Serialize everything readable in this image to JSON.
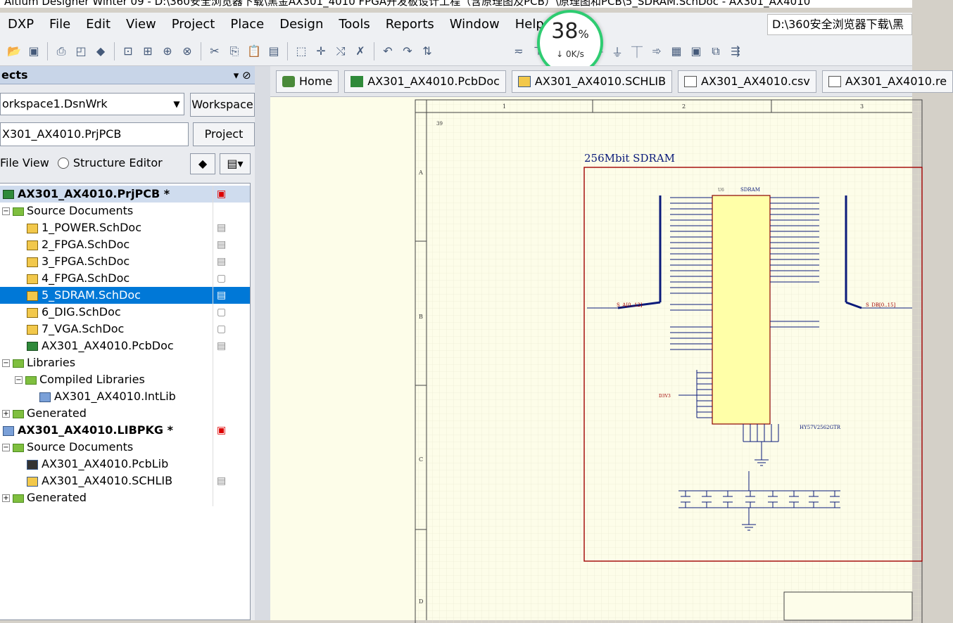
{
  "window": {
    "title": "Altium Designer Winter 09 - D:\\360安全浏览器下载\\黑金AX301_4010 FPGA开发板设计工程（含原理图及PCB）\\原理图和PCB\\5_SDRAM.SchDoc - AX301_AX4010"
  },
  "menu": [
    {
      "label": "DXP"
    },
    {
      "label": "File"
    },
    {
      "label": "Edit"
    },
    {
      "label": "View"
    },
    {
      "label": "Project"
    },
    {
      "label": "Place"
    },
    {
      "label": "Design"
    },
    {
      "label": "Tools"
    },
    {
      "label": "Reports"
    },
    {
      "label": "Window"
    },
    {
      "label": "Help"
    }
  ],
  "path_box": "D:\\360安全浏览器下载\\黑",
  "speed_widget": {
    "percent": "38",
    "percent_unit": "%",
    "rate": "↓ 0K/s"
  },
  "panel": {
    "title": "ects",
    "workspace_value": "orkspace1.DsnWrk",
    "workspace_button": "Workspace",
    "project_value": "X301_AX4010.PrjPCB",
    "project_button": "Project",
    "view_file": "File View",
    "view_structure": "Structure Editor"
  },
  "tree": [
    {
      "label": "AX301_AX4010.PrjPCB *"
    },
    {
      "label": "Source Documents"
    },
    {
      "label": "1_POWER.SchDoc"
    },
    {
      "label": "2_FPGA.SchDoc"
    },
    {
      "label": "3_FPGA.SchDoc"
    },
    {
      "label": "4_FPGA.SchDoc"
    },
    {
      "label": "5_SDRAM.SchDoc"
    },
    {
      "label": "6_DIG.SchDoc"
    },
    {
      "label": "7_VGA.SchDoc"
    },
    {
      "label": "AX301_AX4010.PcbDoc"
    },
    {
      "label": "Libraries"
    },
    {
      "label": "Compiled Libraries"
    },
    {
      "label": "AX301_AX4010.IntLib"
    },
    {
      "label": "Generated"
    },
    {
      "label": "AX301_AX4010.LIBPKG *"
    },
    {
      "label": "Source Documents"
    },
    {
      "label": "AX301_AX4010.PcbLib"
    },
    {
      "label": "AX301_AX4010.SCHLIB"
    },
    {
      "label": "Generated"
    }
  ],
  "doc_tabs": [
    {
      "label": "Home"
    },
    {
      "label": "AX301_AX4010.PcbDoc"
    },
    {
      "label": "AX301_AX4010.SCHLIB"
    },
    {
      "label": "AX301_AX4010.csv"
    },
    {
      "label": "AX301_AX4010.re"
    }
  ],
  "schematic": {
    "title": "256Mbit SDRAM",
    "chip_name": "SDRAM",
    "chip_ref": "U6",
    "part_number": "HY57V2562GTR",
    "power_net": "D3V3",
    "zone_cols": [
      "1",
      "2",
      "3"
    ],
    "zone_rows": [
      "A",
      "B",
      "C",
      "D"
    ],
    "sheet_no": "39",
    "left_bus": "S_A[0..12]",
    "right_bus": "S_DB[0..15]"
  }
}
